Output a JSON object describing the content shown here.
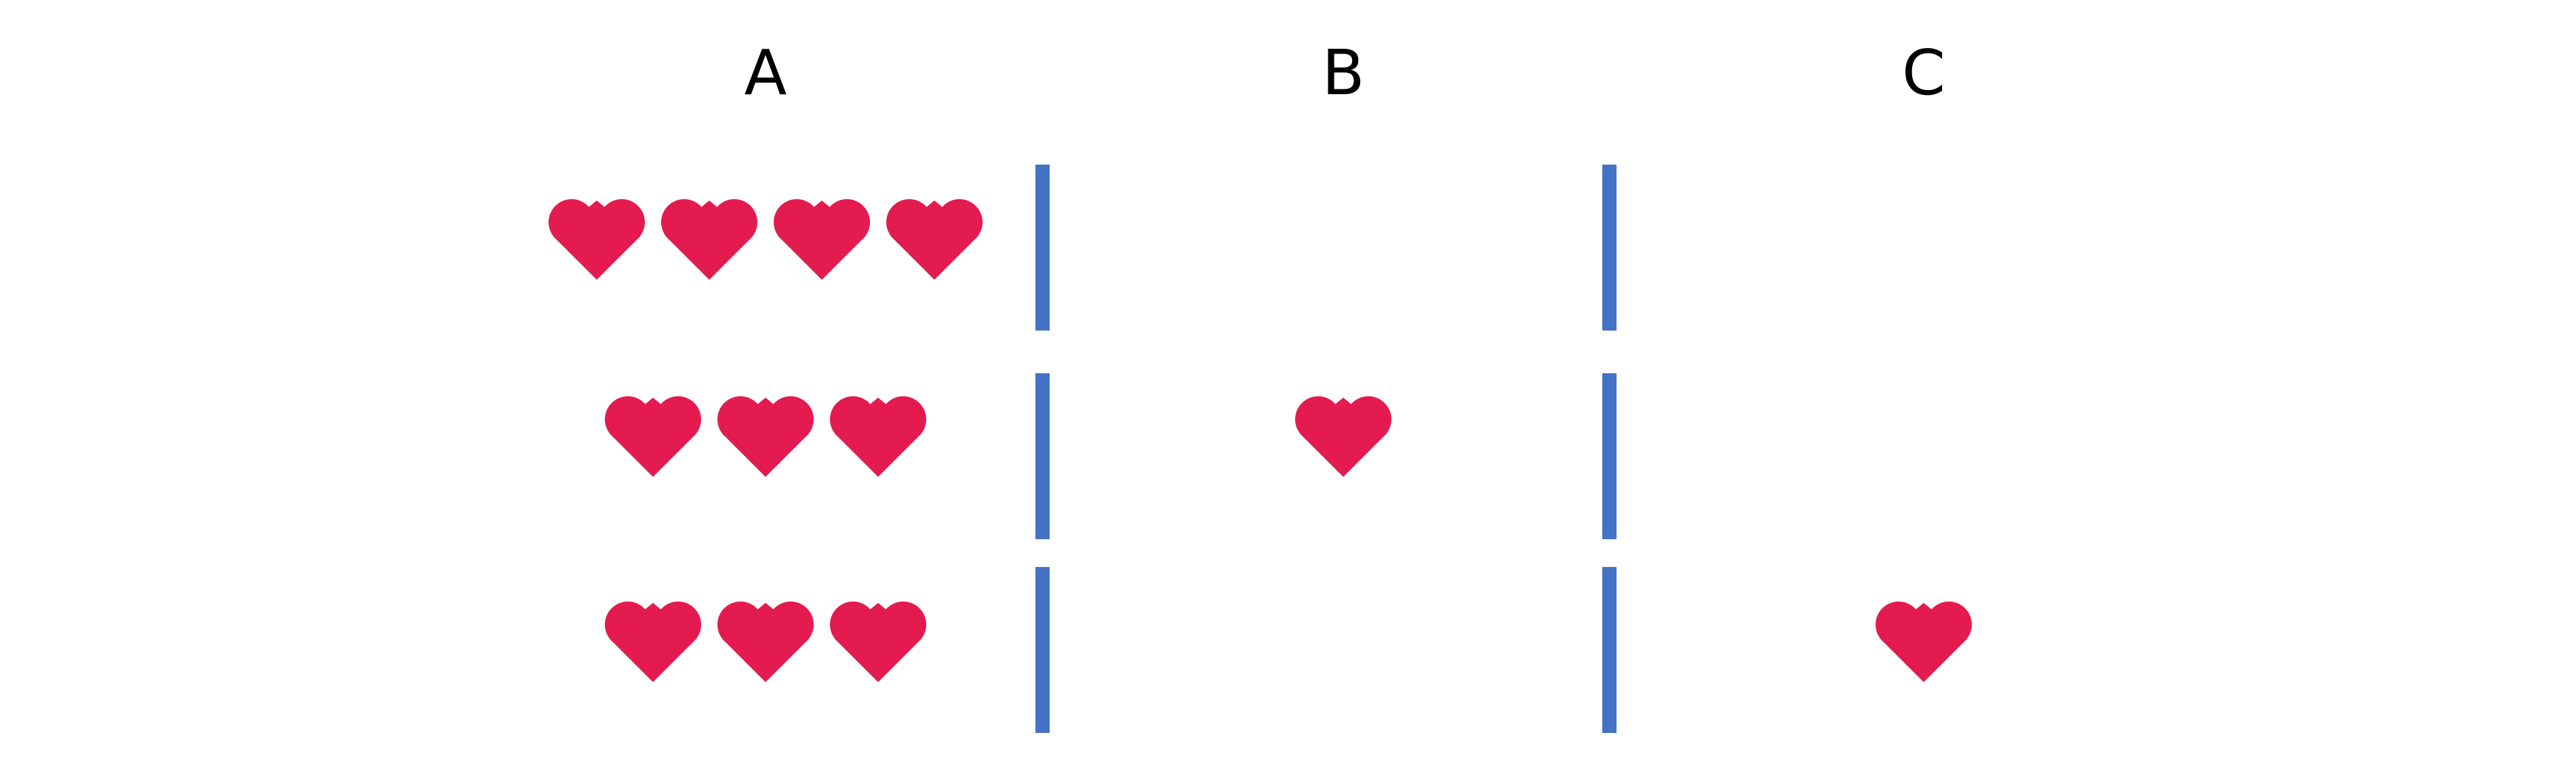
{
  "columns": [
    {
      "label": "A",
      "hearts_per_row": [
        4,
        3,
        3
      ]
    },
    {
      "label": "B",
      "hearts_per_row": [
        0,
        1,
        0
      ]
    },
    {
      "label": "C",
      "hearts_per_row": [
        0,
        0,
        1
      ]
    }
  ],
  "colors": {
    "heart": "#E31B4F",
    "divider": "#4472C4",
    "text": "#000000",
    "background": "#FFFFFF"
  },
  "icons": {
    "heart": "heart-icon"
  }
}
